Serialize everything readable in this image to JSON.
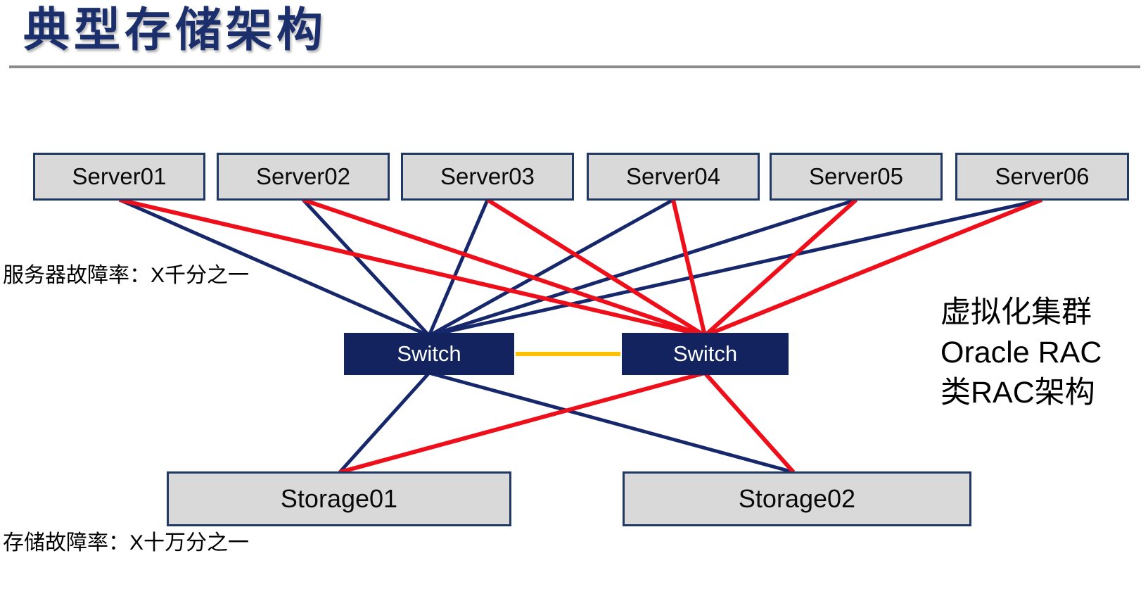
{
  "title": "典型存储架构",
  "labels": {
    "server_failure_rate": "服务器故障率：X千分之一",
    "storage_failure_rate": "存储故障率：X十万分之一",
    "right_note_lines": [
      "虚拟化集群",
      "Oracle RAC",
      "类RAC架构"
    ]
  },
  "nodes": {
    "servers": [
      {
        "id": "server01",
        "label": "Server01"
      },
      {
        "id": "server02",
        "label": "Server02"
      },
      {
        "id": "server03",
        "label": "Server03"
      },
      {
        "id": "server04",
        "label": "Server04"
      },
      {
        "id": "server05",
        "label": "Server05"
      },
      {
        "id": "server06",
        "label": "Server06"
      }
    ],
    "switches": [
      {
        "id": "switch-left",
        "label": "Switch"
      },
      {
        "id": "switch-right",
        "label": "Switch"
      }
    ],
    "storages": [
      {
        "id": "storage01",
        "label": "Storage01"
      },
      {
        "id": "storage02",
        "label": "Storage02"
      }
    ]
  },
  "connections": {
    "edges": [
      {
        "from": "server01",
        "to": "switch-left",
        "color": "navy"
      },
      {
        "from": "server02",
        "to": "switch-left",
        "color": "navy"
      },
      {
        "from": "server03",
        "to": "switch-left",
        "color": "navy"
      },
      {
        "from": "server04",
        "to": "switch-left",
        "color": "navy"
      },
      {
        "from": "server05",
        "to": "switch-left",
        "color": "navy"
      },
      {
        "from": "server06",
        "to": "switch-left",
        "color": "navy"
      },
      {
        "from": "switch-left",
        "to": "storage01",
        "color": "navy"
      },
      {
        "from": "switch-left",
        "to": "storage02",
        "color": "navy"
      },
      {
        "from": "server01",
        "to": "switch-right",
        "color": "red"
      },
      {
        "from": "server02",
        "to": "switch-right",
        "color": "red"
      },
      {
        "from": "server03",
        "to": "switch-right",
        "color": "red"
      },
      {
        "from": "server04",
        "to": "switch-right",
        "color": "red"
      },
      {
        "from": "server05",
        "to": "switch-right",
        "color": "red"
      },
      {
        "from": "server06",
        "to": "switch-right",
        "color": "red"
      },
      {
        "from": "switch-right",
        "to": "storage01",
        "color": "red"
      },
      {
        "from": "switch-right",
        "to": "storage02",
        "color": "red"
      },
      {
        "from": "switch-left",
        "to": "switch-right",
        "color": "yellow"
      }
    ]
  },
  "colors": {
    "title": "#1c2f6d",
    "box_border": "#1f3864",
    "box_fill": "#d9d9d9",
    "switch_fill": "#13235f",
    "navy": "#16286b",
    "red": "#ee0f1b",
    "yellow": "#ffc000"
  }
}
